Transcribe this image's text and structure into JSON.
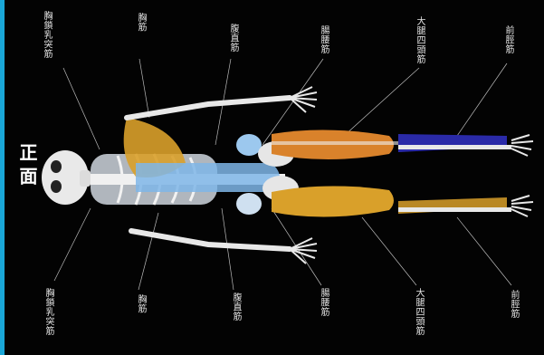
{
  "title": "正面",
  "labels_top": {
    "sternocleidomastoid": "胸鎖乳突筋",
    "deltoid": "胸筋",
    "rectus_abdominis": "腹直筋",
    "iliopsoas": "腸腰筋",
    "quadriceps": "大腿四頭筋",
    "tibialis_anterior": "前脛筋"
  },
  "labels_bottom": {
    "sternocleidomastoid": "胸鎖乳突筋",
    "pectoralis": "胸筋",
    "rectus_abdominis": "腹直筋",
    "iliopsoas": "腸腰筋",
    "quadriceps": "大腿四頭筋",
    "tibialis_anterior": "前脛筋"
  },
  "colors": {
    "edge": "#1aa7d8",
    "muscle_orange": "#d9822b",
    "muscle_gold": "#d9a02a",
    "muscle_blue": "#7fb6e8",
    "tibialis_blue": "#2a2aa8",
    "bone": "#e8e8e8"
  }
}
